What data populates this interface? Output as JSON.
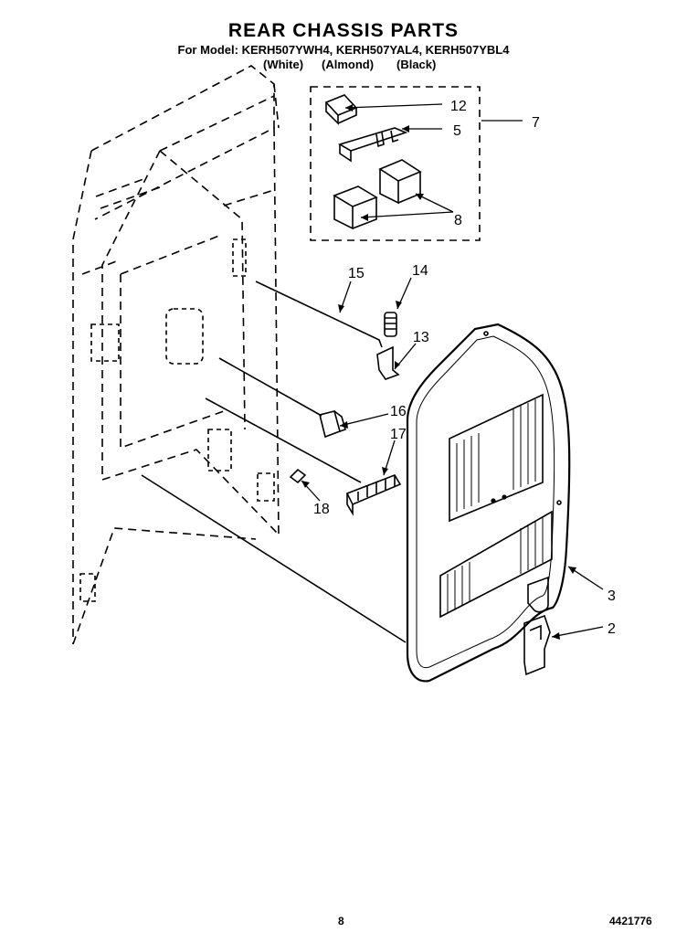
{
  "header": {
    "title": "REAR CHASSIS PARTS",
    "models": "For Model: KERH507YWH4, KERH507YAL4, KERH507YBL4",
    "colors": [
      "(White)",
      "(Almond)",
      "(Black)"
    ]
  },
  "callouts": {
    "c12": "12",
    "c5": "5",
    "c7": "7",
    "c8": "8",
    "c15": "15",
    "c14": "14",
    "c13": "13",
    "c16": "16",
    "c17": "17",
    "c18": "18",
    "c3": "3",
    "c2": "2"
  },
  "footer": {
    "page_number": "8",
    "doc_number": "4421776"
  }
}
